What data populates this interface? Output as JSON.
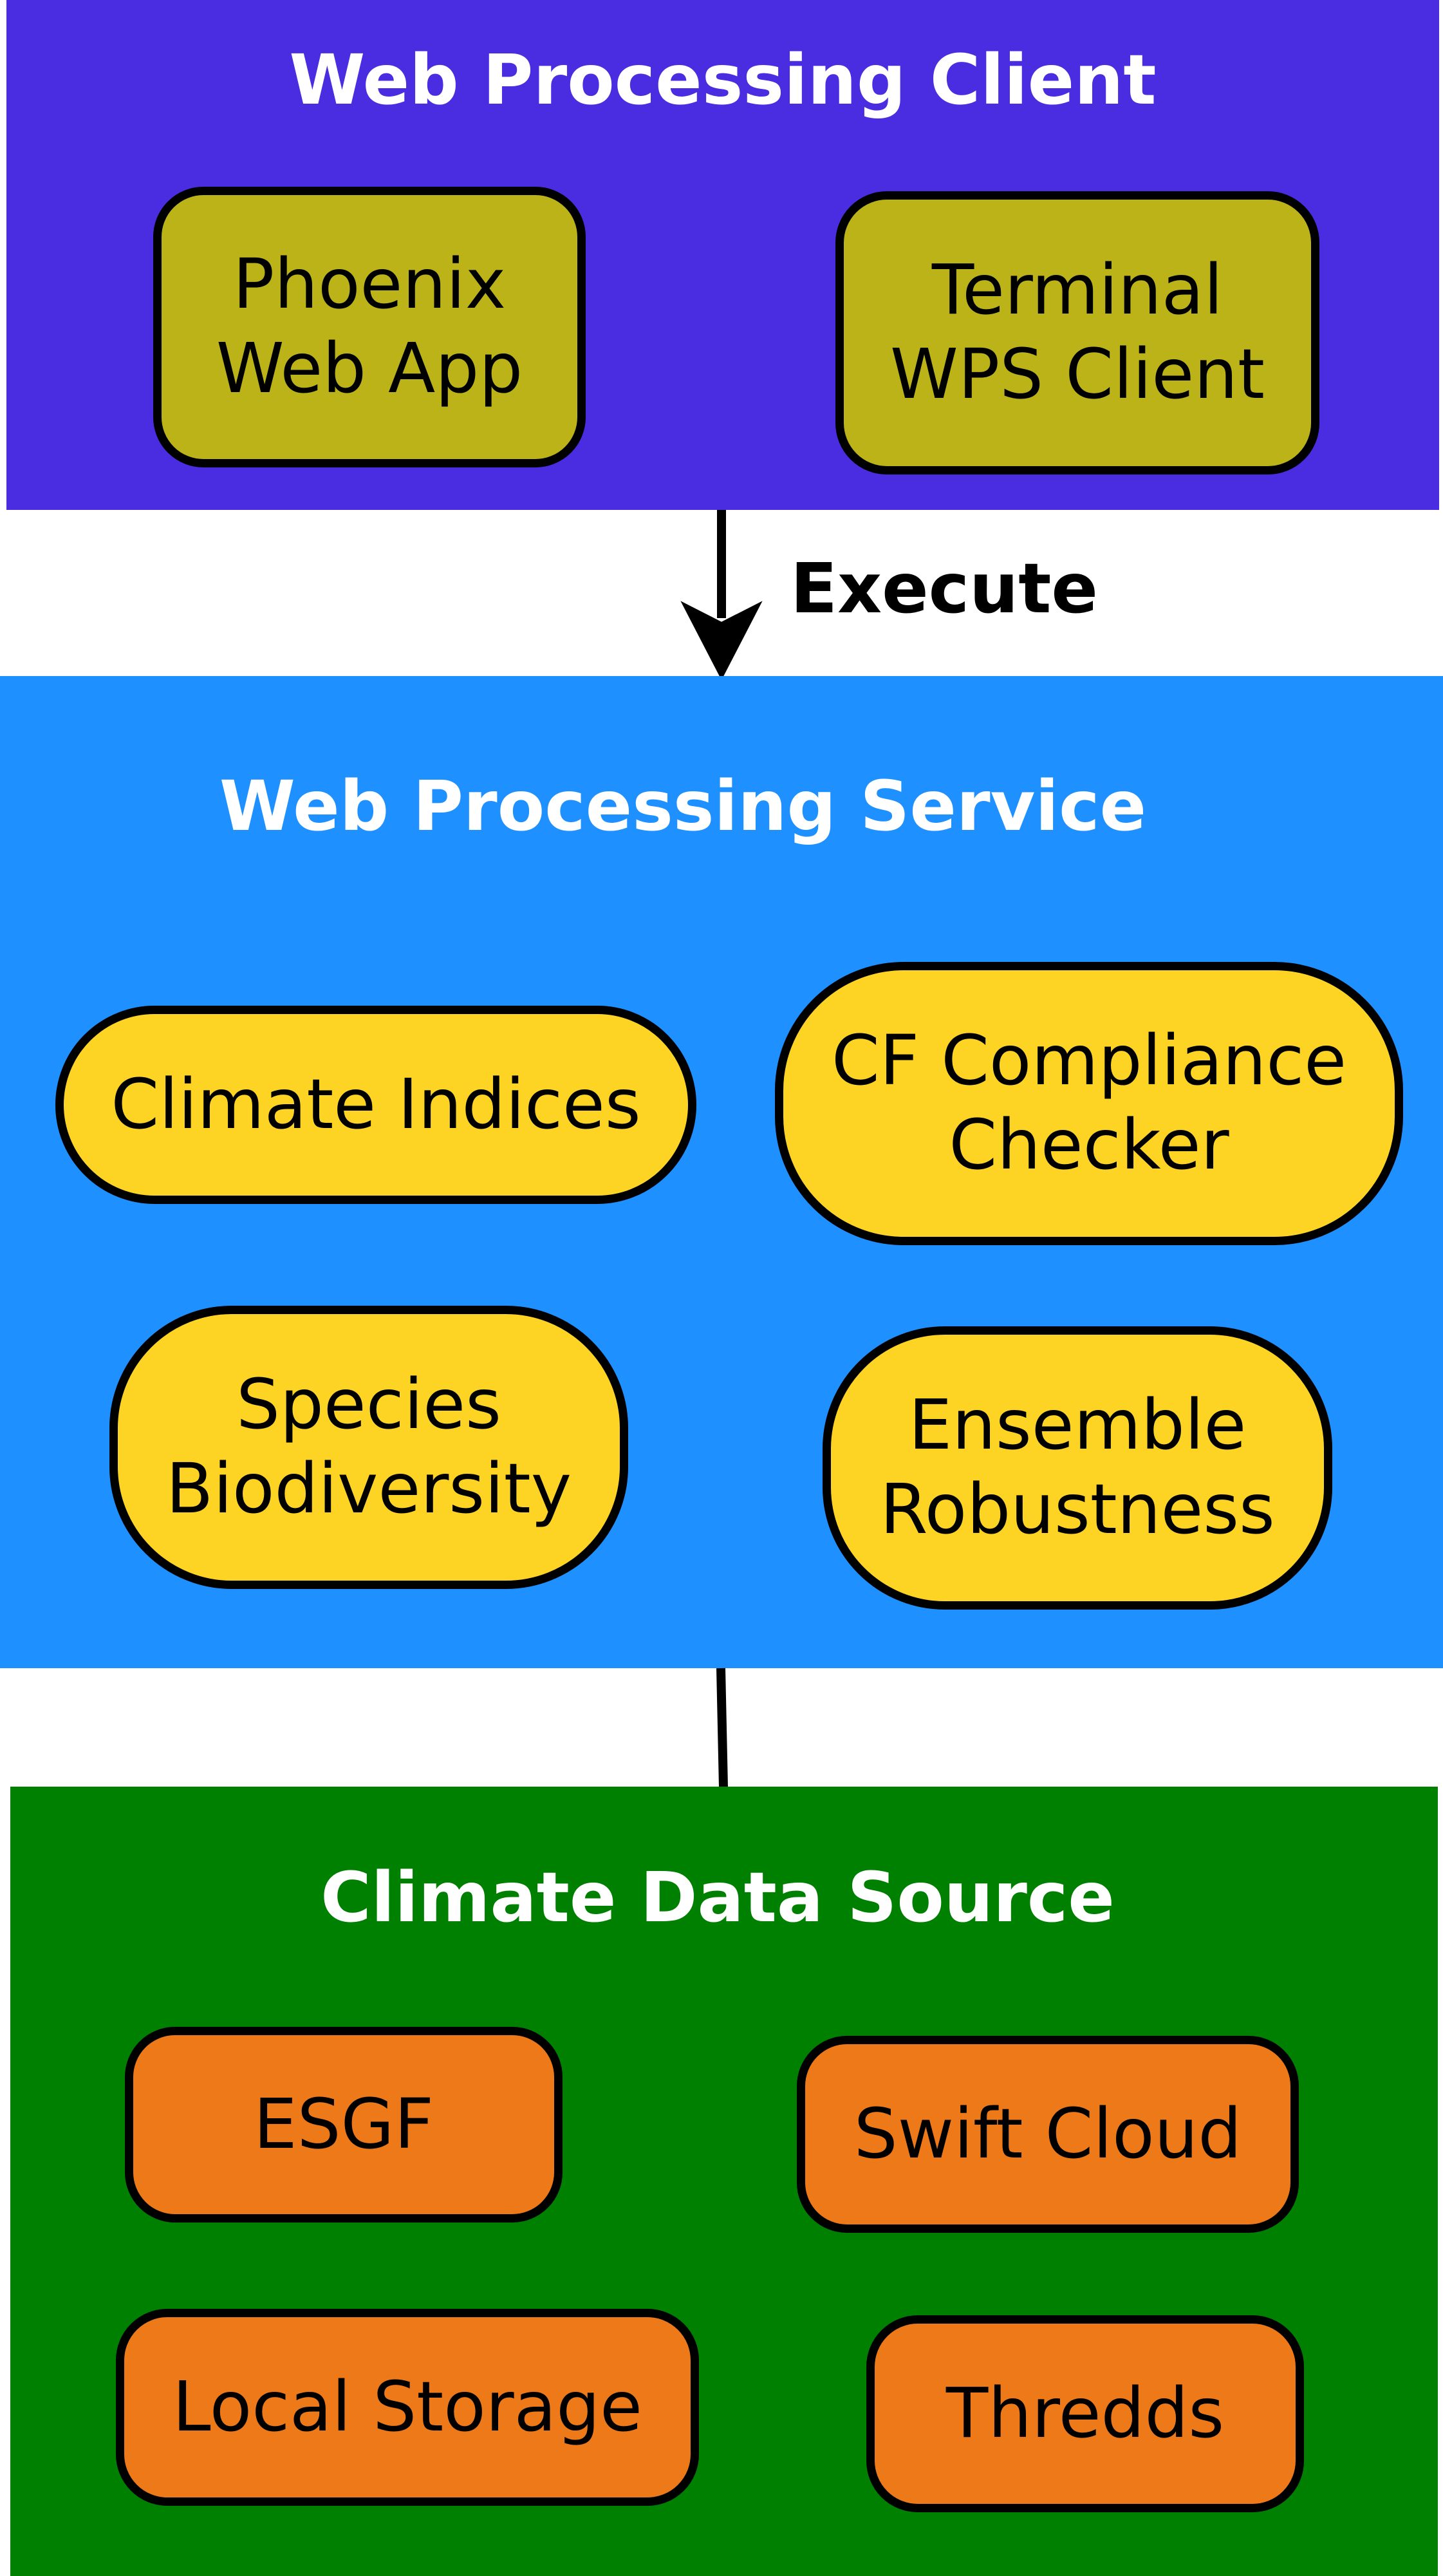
{
  "colors": {
    "client_bg": "#4a2de0",
    "service_bg": "#1f90ff",
    "data_bg": "#008000",
    "client_node": "#bbb318",
    "service_node": "#fdd424",
    "data_node": "#ee7918",
    "border": "#000000",
    "title_text": "#ffffff"
  },
  "client": {
    "title": "Web Processing Client",
    "nodes": [
      "Phoenix\nWeb App",
      "Terminal\nWPS Client"
    ]
  },
  "execute_edge": {
    "label": "Execute"
  },
  "service": {
    "title": "Web Processing Service",
    "nodes": [
      "Climate Indices",
      "CF Compliance\nChecker",
      "Species\nBiodiversity",
      "Ensemble\nRobustness"
    ]
  },
  "data_source": {
    "title": "Climate Data Source",
    "nodes": [
      "ESGF",
      "Swift Cloud",
      "Local Storage",
      "Thredds"
    ]
  }
}
